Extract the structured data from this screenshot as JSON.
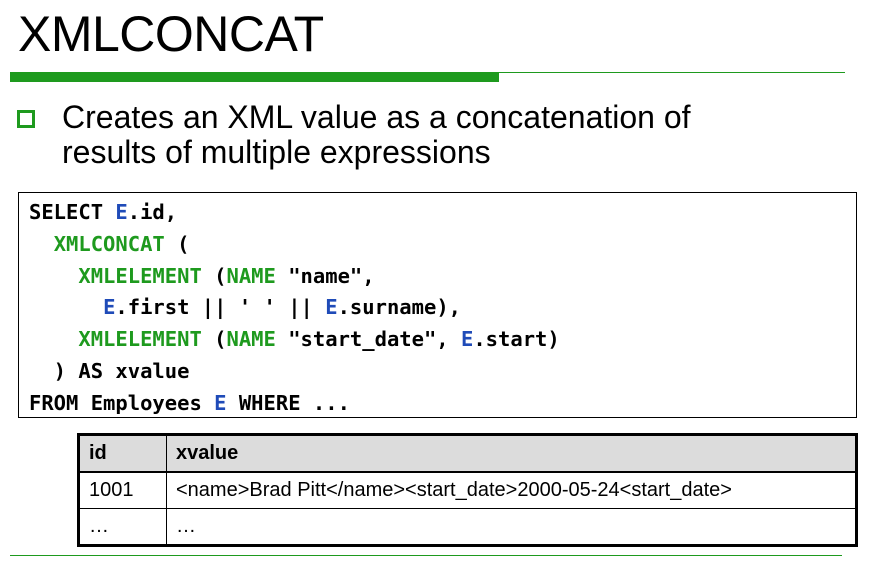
{
  "slide": {
    "title": "XMLCONCAT",
    "bullet_line1": "Creates an XML value as a concatenation of",
    "bullet_line2": "results of multiple expressions"
  },
  "colors": {
    "accent_green": "#1e9a1e",
    "keyword_blue": "#1f4bb8",
    "table_header_bg": "#dcdcdc"
  },
  "code": {
    "l1_select": "SELECT ",
    "l1_e": "E",
    "l1_rest": ".id,",
    "l2_indent": "  ",
    "l2_func": "XMLCONCAT",
    "l2_rest": " (",
    "l3_indent": "    ",
    "l3_func": "XMLELEMENT",
    "l3_paren": " (",
    "l3_name": "NAME",
    "l3_rest": " \"name\",",
    "l4_indent": "      ",
    "l4_e1": "E",
    "l4_mid": ".first || ' ' || ",
    "l4_e2": "E",
    "l4_rest": ".surname),",
    "l5_indent": "    ",
    "l5_func": "XMLELEMENT",
    "l5_paren": " (",
    "l5_name": "NAME",
    "l5_mid": " \"start_date\", ",
    "l5_e": "E",
    "l5_rest": ".start)",
    "l6": "  ) AS xvalue",
    "l7_from": "FROM Employees ",
    "l7_e": "E",
    "l7_rest": " WHERE ..."
  },
  "table": {
    "headers": [
      "id",
      "xvalue"
    ],
    "rows": [
      [
        "1001",
        "<name>Brad Pitt</name><start_date>2000-05-24<start_date>"
      ],
      [
        "…",
        "…"
      ]
    ]
  }
}
